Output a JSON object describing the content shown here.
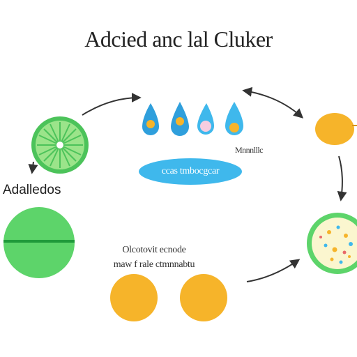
{
  "title": "Adcied anc lal Cluker",
  "labels": {
    "left": "Adalledos",
    "right_small": "Mnnnlllc",
    "pill": "ccas tmbocgcar",
    "mid_line1": "Olcotovit ecnode",
    "mid_line2": "maw f rale ctmnnabtu"
  },
  "colors": {
    "green": "#5dd46a",
    "green_dark": "#29b34a",
    "orange": "#f6b42a",
    "blue": "#3fb8ec",
    "dish_fill": "#fbf6cf",
    "arrow": "#333333"
  },
  "icons": [
    "lime-slice-icon",
    "water-drop-icon",
    "orange-circle-icon",
    "petri-dish-icon",
    "arrow-icon"
  ]
}
